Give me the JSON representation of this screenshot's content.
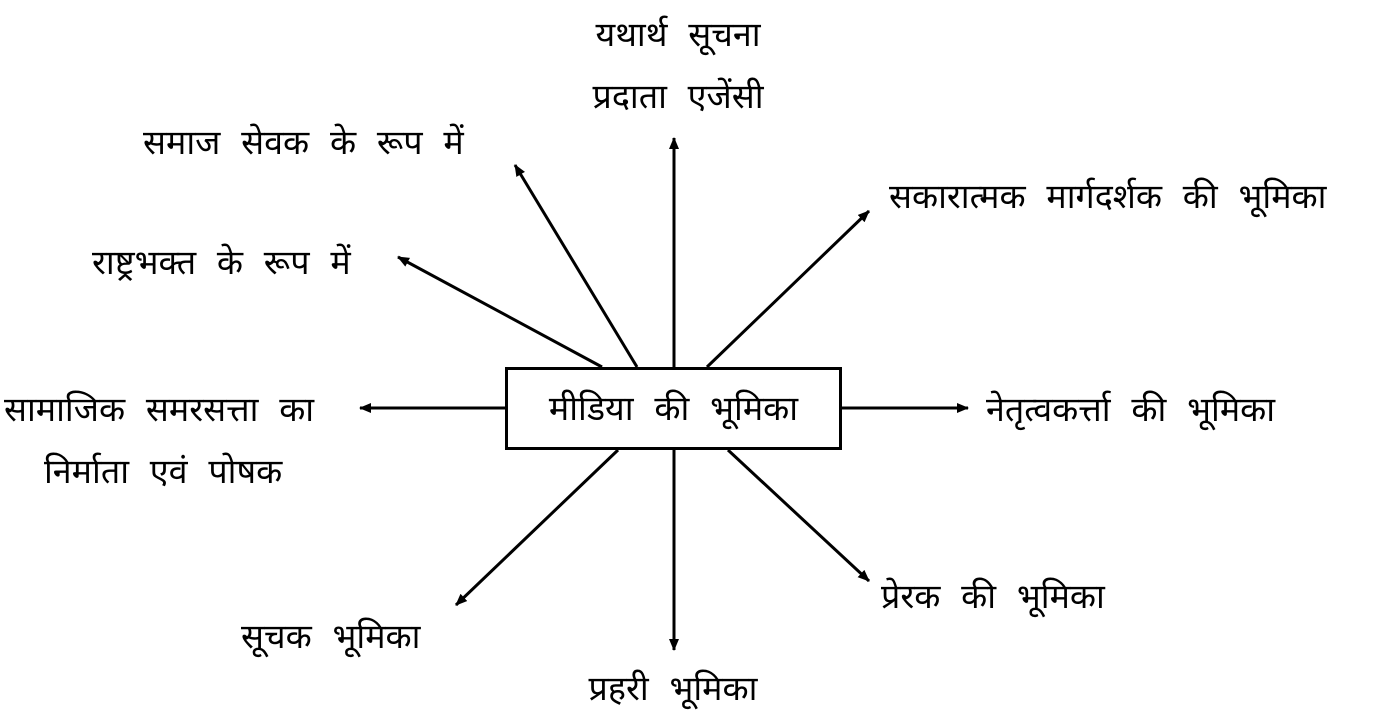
{
  "center": "मीडिया की भूमिका",
  "roles": {
    "top_line1": "यथार्थ सूचना",
    "top_line2": "प्रदाता एजेंसी",
    "top_left": "समाज सेवक के रूप में",
    "top_right": "सकारात्मक मार्गदर्शक की भूमिका",
    "upper_left": "राष्ट्रभक्त के रूप में",
    "left_line1": "सामाजिक समरसत्ता का",
    "left_line2": "निर्माता एवं पोषक",
    "right": "नेतृत्वकर्त्ता की भूमिका",
    "bottom_left": "सूचक भूमिका",
    "bottom_right": "प्रेरक की भूमिका",
    "bottom": "प्रहरी भूमिका"
  },
  "colors": {
    "line": "#000000",
    "text": "#000000",
    "background": "#ffffff"
  }
}
